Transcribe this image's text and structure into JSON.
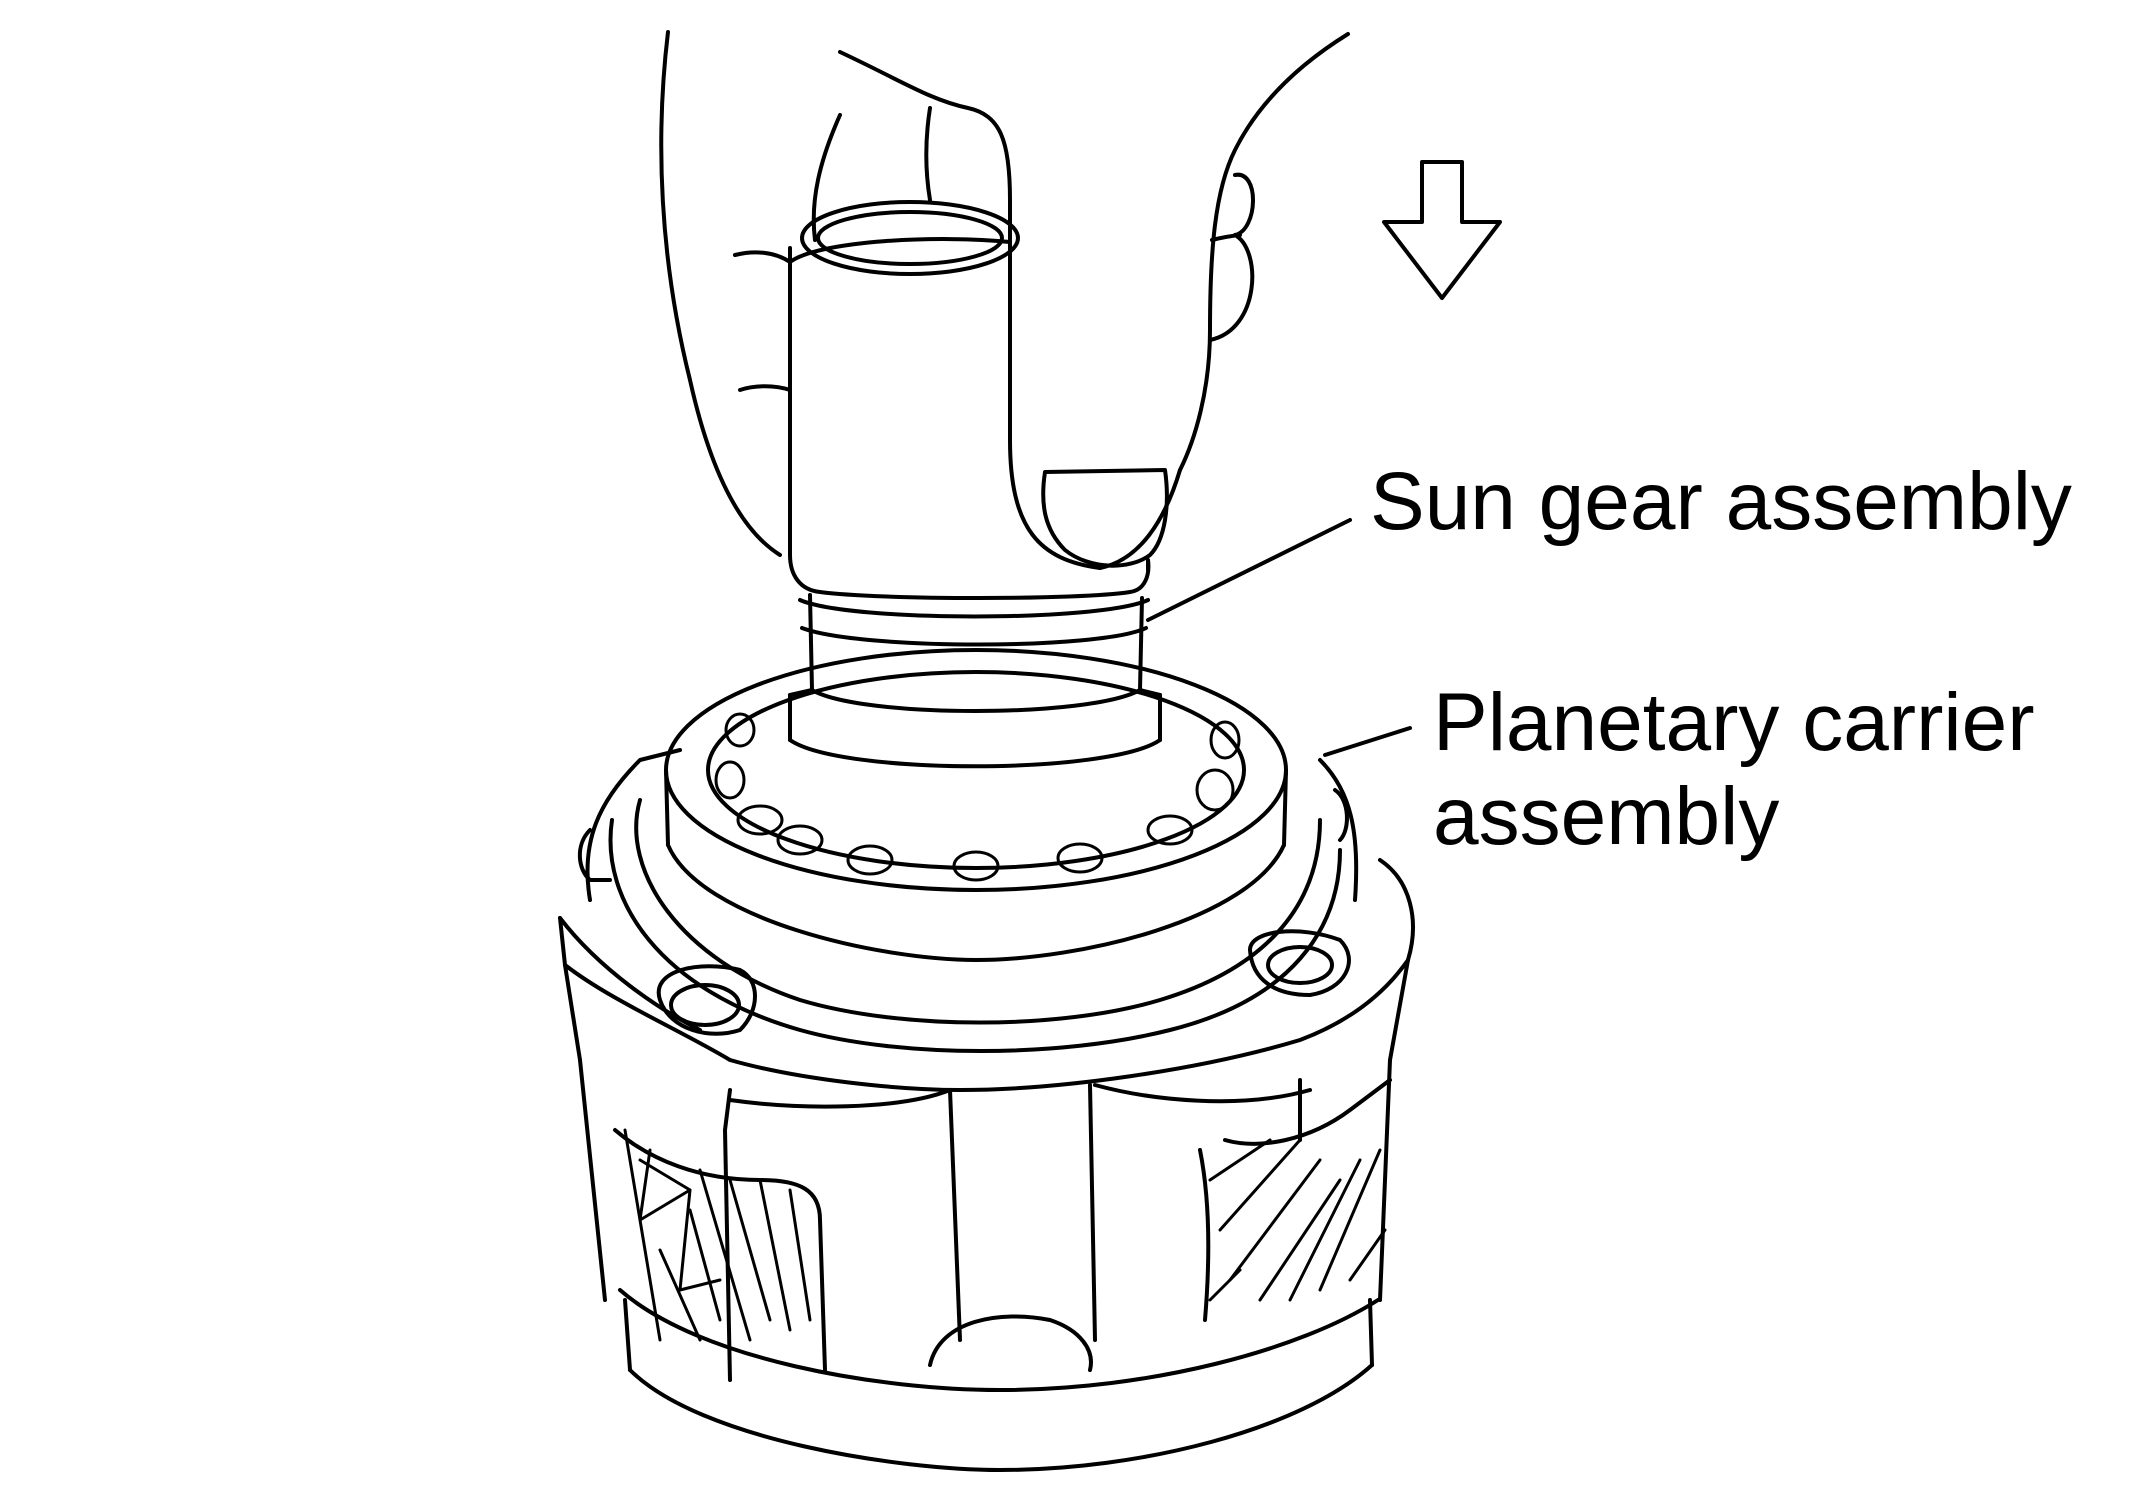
{
  "labels": {
    "sun_gear": "Sun gear assembly",
    "planetary_carrier_line1": "Planetary carrier",
    "planetary_carrier_line2": "assembly"
  },
  "icons": {
    "arrow": "down-arrow-outline-icon"
  },
  "colors": {
    "line": "#000000",
    "background": "#ffffff"
  }
}
